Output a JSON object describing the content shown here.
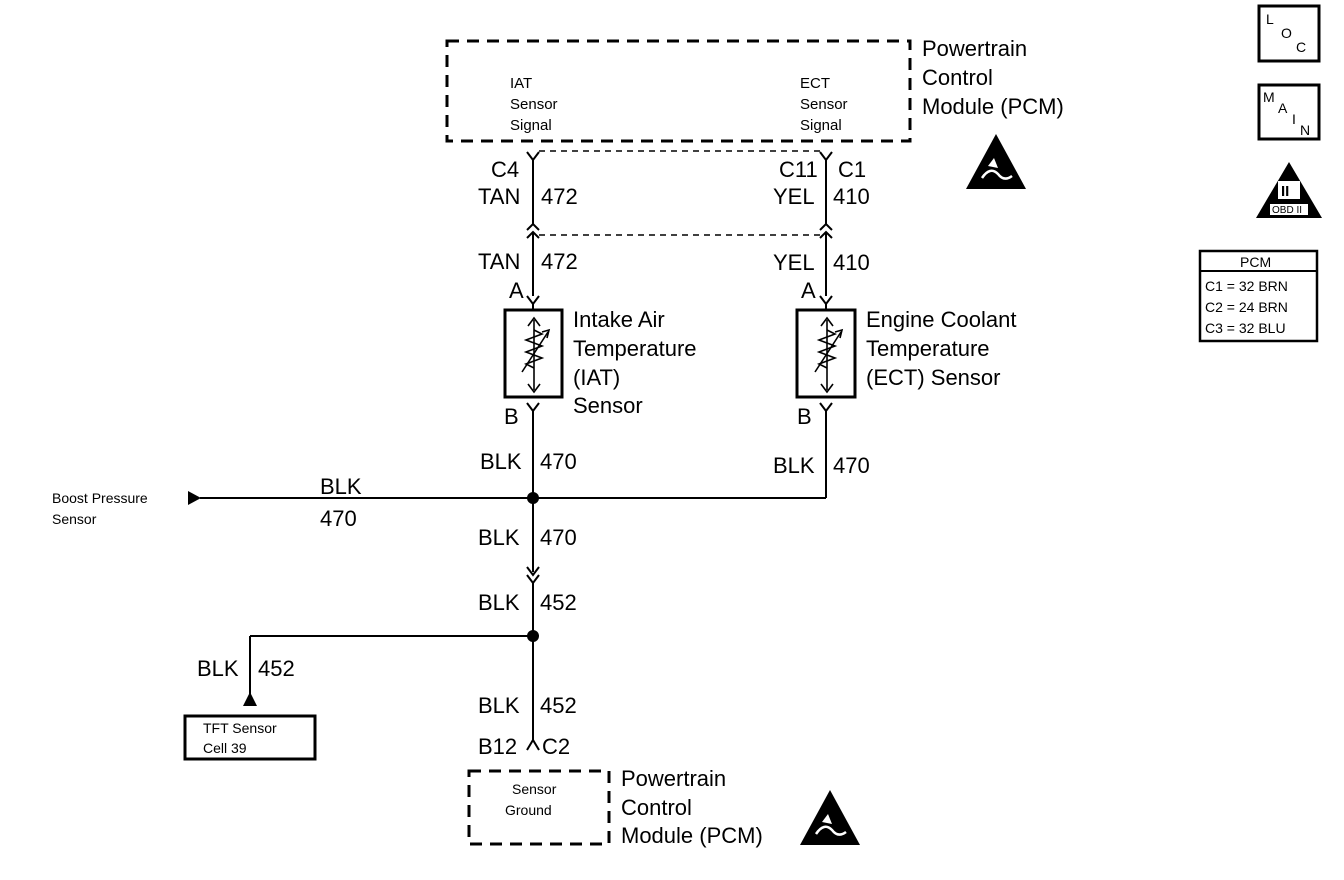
{
  "pcm_top": {
    "title_lines": [
      "Powertrain",
      "Control",
      "Module (PCM)"
    ],
    "iat_signal_lines": [
      "IAT",
      "Sensor",
      "Signal"
    ],
    "ect_signal_lines": [
      "ECT",
      "Sensor",
      "Signal"
    ]
  },
  "pcm_bottom": {
    "title_lines": [
      "Powertrain",
      "Control",
      "Module (PCM)"
    ],
    "ground_lines": [
      "Sensor",
      "Ground"
    ]
  },
  "iat_circuit": {
    "conn_top": "C4",
    "wire1_color": "TAN",
    "wire1_num": "472",
    "wire2_color": "TAN",
    "wire2_num": "472",
    "pin_a": "A",
    "pin_b": "B",
    "sensor_lines": [
      "Intake Air",
      "Temperature",
      "(IAT)",
      "Sensor"
    ],
    "ground_color": "BLK",
    "ground_num": "470"
  },
  "ect_circuit": {
    "conn_top_left": "C11",
    "conn_top_right": "C1",
    "wire1_color": "YEL",
    "wire1_num": "410",
    "wire2_color": "YEL",
    "wire2_num": "410",
    "pin_a": "A",
    "pin_b": "B",
    "sensor_lines": [
      "Engine Coolant",
      "Temperature",
      "(ECT) Sensor"
    ],
    "ground_color": "BLK",
    "ground_num": "470"
  },
  "boost": {
    "label_lines": [
      "Boost Pressure",
      "Sensor"
    ],
    "wire_color": "BLK",
    "wire_num": "470"
  },
  "ground_path": {
    "seg1_color": "BLK",
    "seg1_num": "470",
    "seg2_color": "BLK",
    "seg2_num": "452",
    "seg3_color": "BLK",
    "seg3_num": "452",
    "conn_left": "B12",
    "conn_right": "C2"
  },
  "tft": {
    "wire_color": "BLK",
    "wire_num": "452",
    "label_lines": [
      "TFT Sensor",
      "Cell 39"
    ]
  },
  "badges": {
    "loc": [
      "L",
      "O",
      "C"
    ],
    "main": [
      "M",
      "A",
      "I",
      "N"
    ],
    "obd": "OBD II",
    "obd_symbol": "II"
  },
  "pcm_table": {
    "title": "PCM",
    "rows": [
      "C1 = 32 BRN",
      "C2 = 24 BRN",
      "C3 = 32 BLU"
    ]
  },
  "icons": [
    "esd-warning-icon",
    "loc-icon",
    "main-icon",
    "obd-ii-icon"
  ]
}
